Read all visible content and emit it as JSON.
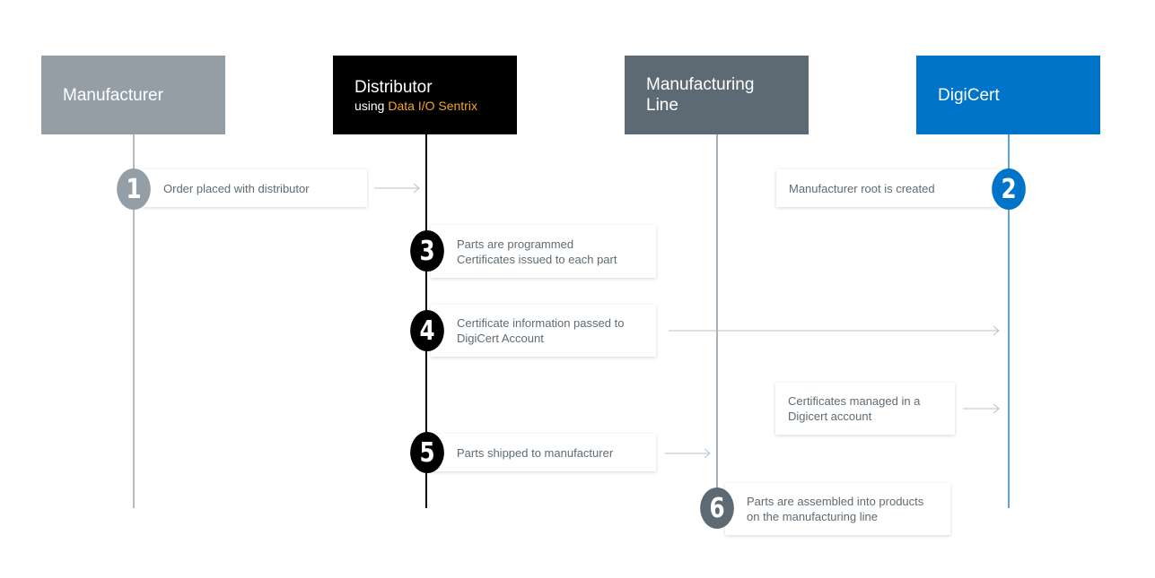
{
  "lanes": [
    {
      "id": "manufacturer",
      "title": "Manufacturer",
      "color": "#939ea7"
    },
    {
      "id": "distributor",
      "title": "Distributor",
      "subtitle_prefix": "using ",
      "subtitle_highlight": "Data I/O Sentrix",
      "color": "#000000",
      "highlight_color": "#f5a623"
    },
    {
      "id": "manufacturing-line",
      "title_line1": "Manufacturing",
      "title_line2": "Line",
      "color": "#5e6a73"
    },
    {
      "id": "digicert",
      "title": "DigiCert",
      "color": "#0074c8"
    }
  ],
  "steps": [
    {
      "number": "1",
      "text": "Order placed with distributor"
    },
    {
      "number": "2",
      "text": "Manufacturer root is created"
    },
    {
      "number": "3",
      "line1": "Parts are programmed",
      "line2": "Certificates issued to each part"
    },
    {
      "number": "4",
      "line1": "Certificate information passed to",
      "line2": "DigiCert Account"
    },
    {
      "line1": "Certificates managed in a",
      "line2": "Digicert account"
    },
    {
      "number": "5",
      "text": "Parts shipped to manufacturer"
    },
    {
      "number": "6",
      "line1": "Parts are assembled into products",
      "line2": "on the manufacturing line"
    }
  ]
}
